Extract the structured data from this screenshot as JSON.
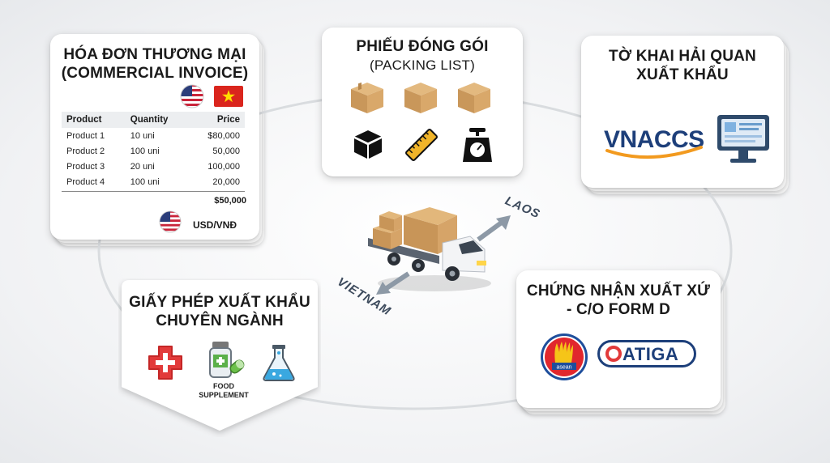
{
  "invoice": {
    "title_line1": "HÓA ĐƠN THƯƠNG MẠI",
    "title_line2": "(COMMERCIAL INVOICE)",
    "columns": [
      "Product",
      "Quantity",
      "Price"
    ],
    "rows": [
      [
        "Product 1",
        "10 uni",
        "$80,000"
      ],
      [
        "Product 2",
        "100 uni",
        "50,000"
      ],
      [
        "Product 3",
        "20 uni",
        "100,000"
      ],
      [
        "Product 4",
        "100 uni",
        "20,000"
      ]
    ],
    "total": "$50,000",
    "currency": "USD/VNĐ"
  },
  "packing": {
    "title_line1": "PHIẾU ĐÓNG GÓI",
    "title_line2": "(PACKING LIST)"
  },
  "customs": {
    "title_line1": "TỜ KHAI HẢI QUAN",
    "title_line2": "XUẤT KHẨU",
    "logo_text": "VNACCS"
  },
  "license": {
    "title_line1": "GIẤY PHÉP XUẤT KHẨU",
    "title_line2": "CHUYÊN NGÀNH",
    "food_line1": "FOOD",
    "food_line2": "SUPPLEMENT"
  },
  "origin": {
    "title_line1": "CHỨNG NHẬN XUẤT XỨ",
    "title_line2": "- C/O FORM D",
    "asean_text": "asean",
    "atiga_text": "ATIGA"
  },
  "route": {
    "to": "LAOS",
    "from": "VIETNAM"
  },
  "colors": {
    "box": "#d4a56a",
    "red": "#e23a3a",
    "navy": "#1d3f7a",
    "arrow": "#8d99a6"
  }
}
